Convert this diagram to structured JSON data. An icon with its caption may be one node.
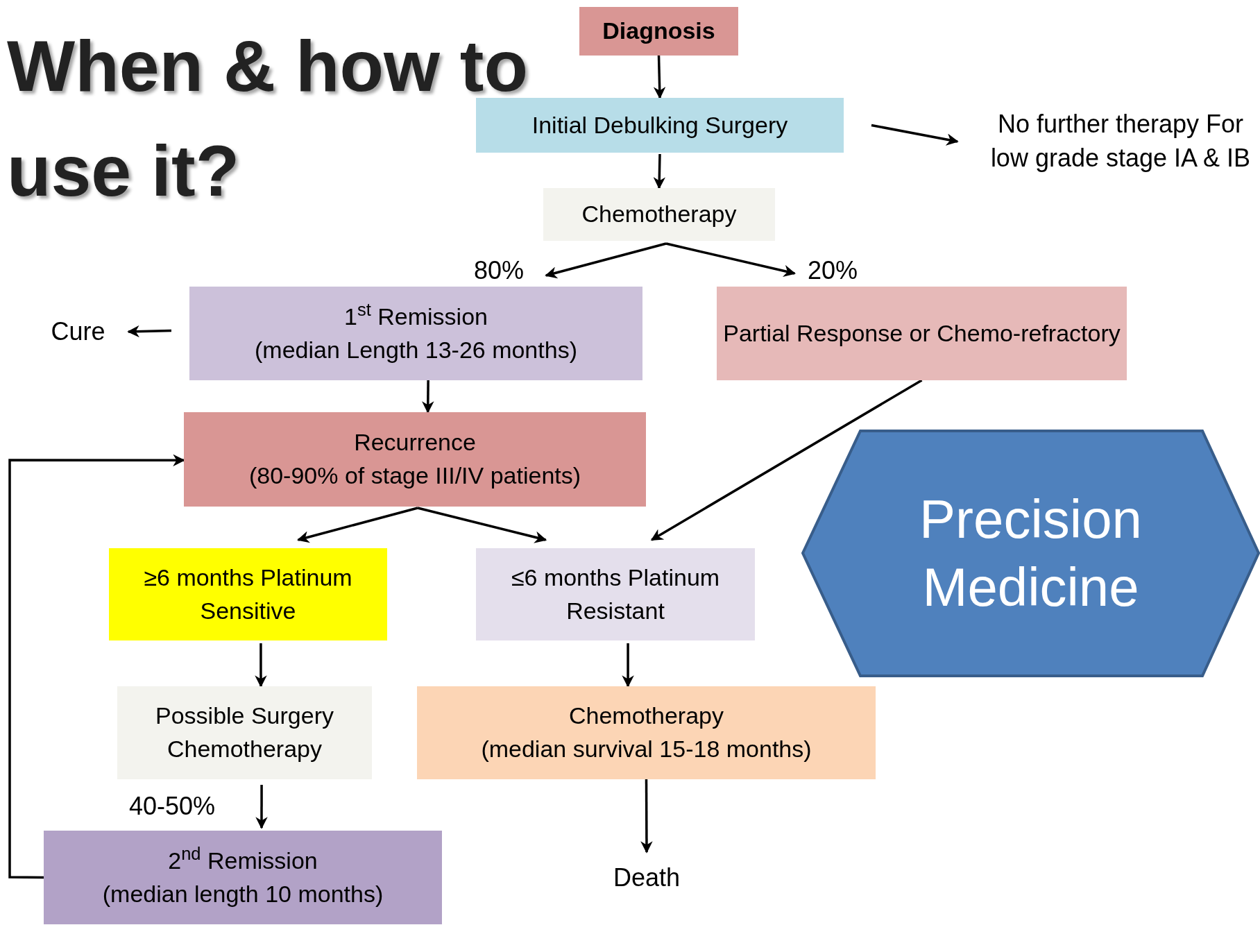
{
  "diagram": {
    "title": "When & how to use it?",
    "nodes": [
      {
        "text": [
          "Diagnosis"
        ]
      },
      {
        "text": [
          "Initial Debulking Surgery"
        ]
      },
      {
        "text": [
          "No further therapy For low grade stage IA & IB"
        ]
      },
      {
        "text": [
          "Chemotherapy"
        ]
      },
      {
        "text": [
          "1$^{st}$ Remission",
          "(median Length 13-26 months)"
        ]
      },
      {
        "text": [
          "Partial Response or Chemo-refractory"
        ]
      },
      {
        "text": [
          "Cure"
        ]
      },
      {
        "text": [
          "Recurrence",
          "(80-90% of stage III/IV patients)"
        ]
      },
      {
        "text": [
          "≥6 months Platinum Sensitive"
        ]
      },
      {
        "text": [
          "≤6 months Platinum Resistant"
        ]
      },
      {
        "text": [
          "Possible Surgery Chemotherapy"
        ]
      },
      {
        "text": [
          "Chemotherapy",
          "(median survival 15-18 months)"
        ]
      },
      {
        "text": [
          "2$^{nd}$ Remission",
          "(median length 10 months)"
        ]
      },
      {
        "text": [
          "Death"
        ]
      },
      {
        "text": [
          "Precision Medicine"
        ]
      }
    ],
    "edges": [
      {
        "from": 0,
        "to": 1,
        "arrow": "to"
      },
      {
        "from": 1,
        "to": 2,
        "arrow": "to"
      },
      {
        "from": 1,
        "to": 3,
        "arrow": "to"
      },
      {
        "from": 3,
        "to": 4,
        "arrow": "to",
        "label": "80%"
      },
      {
        "from": 3,
        "to": 5,
        "arrow": "to",
        "label": "20%"
      },
      {
        "from": 4,
        "to": 6,
        "arrow": "to"
      },
      {
        "from": 4,
        "to": 7,
        "arrow": "to"
      },
      {
        "from": 5,
        "to": 9,
        "arrow": "to"
      },
      {
        "from": 7,
        "to": 8,
        "arrow": "to"
      },
      {
        "from": 7,
        "to": 9,
        "arrow": "to"
      },
      {
        "from": 8,
        "to": 10,
        "arrow": "to"
      },
      {
        "from": 9,
        "to": 11,
        "arrow": "to"
      },
      {
        "from": 10,
        "to": 12,
        "arrow": "to",
        "label": "40-50%"
      },
      {
        "from": 11,
        "to": 13,
        "arrow": "to"
      },
      {
        "from": 12,
        "to": 7,
        "arrow": "to"
      }
    ]
  }
}
